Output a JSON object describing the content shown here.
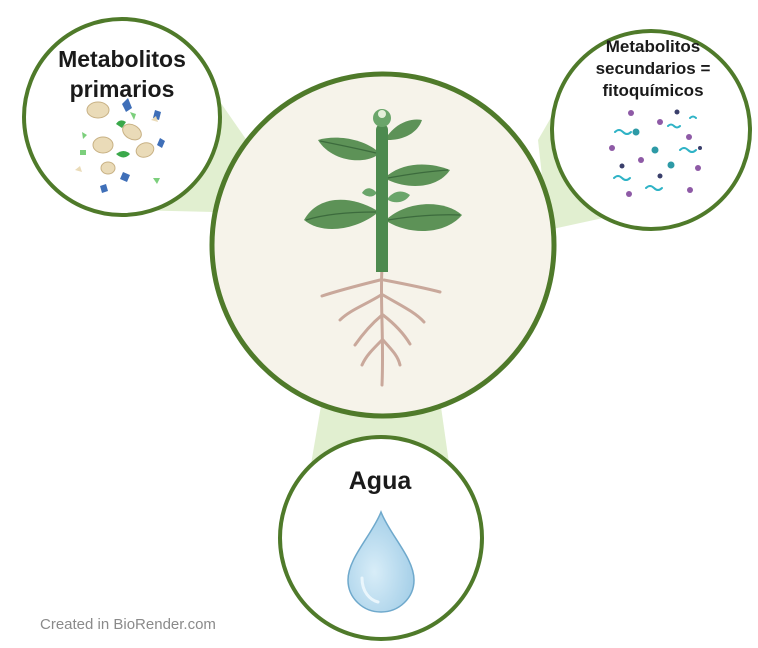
{
  "nodes": {
    "primary_metabolites": {
      "label_line1": "Metabolitos",
      "label_line2": "primarios"
    },
    "secondary_metabolites": {
      "label_line1": "Metabolitos",
      "label_line2": "secundarios =",
      "label_line3": "fitoquímicos"
    },
    "water": {
      "label": "Agua"
    }
  },
  "footer": {
    "credit": "Created in BioRender.com"
  },
  "colors": {
    "ring": "#4f7a2a",
    "circle_fill_center": "#f6f3ea",
    "connector": "#dcecc8",
    "leaf": "#5d9257",
    "stem": "#4d8a4f",
    "root": "#c9a89b",
    "water": "#a9d3ec"
  },
  "icons": [
    "plant-icon",
    "water-drop-icon",
    "primary-metabolite-particles-icon",
    "phytochemical-particles-icon"
  ]
}
